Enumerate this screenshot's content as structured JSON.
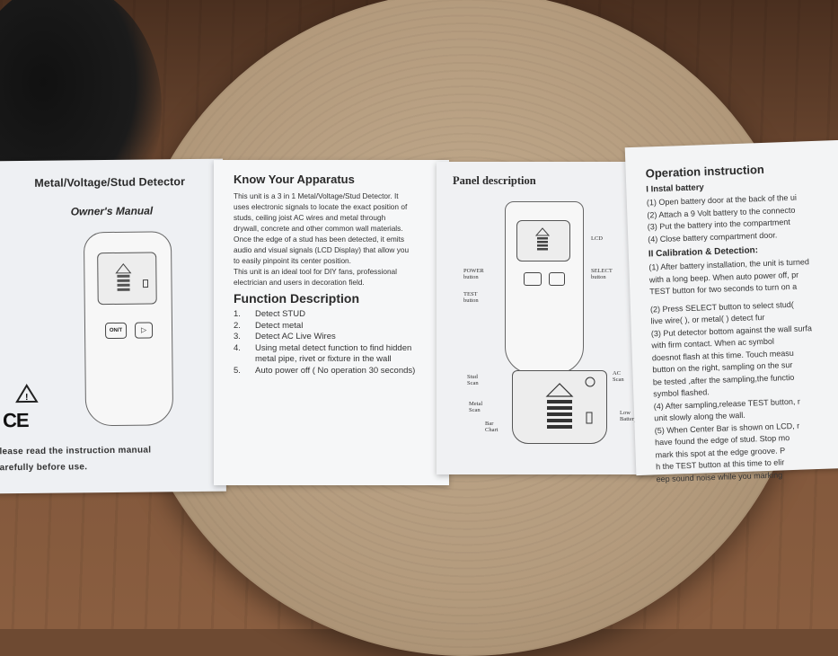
{
  "panel1": {
    "title": "Metal/Voltage/Stud Detector",
    "subtitle": "Owner's Manual",
    "device_button": "ON/T",
    "ce_mark": "CE",
    "note_line1": "lease read the instruction manual",
    "note_line2": "arefully before use."
  },
  "panel2": {
    "title": "Know Your Apparatus",
    "intro": [
      "This unit is a 3 in  1 Metal/Voltage/Stud Detector. It",
      "uses electronic signals to locate the exact position of",
      "studs, ceiling joist AC wires and metal through",
      "drywall, concrete and other common wall materials.",
      "Once the edge of a stud has been detected, it emits",
      "audio and visual signals (LCD Display) that allow you",
      "to easily pinpoint its center position.",
      "This unit is an ideal tool for DIY fans, professional",
      "electrician and users in decoration field."
    ],
    "function_title": "Function Description",
    "functions": [
      {
        "num": "1.",
        "text": "Detect STUD"
      },
      {
        "num": "2.",
        "text": "Detect metal"
      },
      {
        "num": "3.",
        "text": "Detect AC Live Wires"
      },
      {
        "num": "4.",
        "text": "Using metal detect function to find hidden metal pipe, rivet or fixture in the wall"
      },
      {
        "num": "5.",
        "text": "Auto power off  ( No operation 30 seconds)"
      }
    ]
  },
  "panel3": {
    "title": "Panel description",
    "labels": {
      "lcd": "LCD",
      "power": "POWER",
      "power2": "button",
      "select": "SELECT",
      "select2": "button",
      "test": "TEST",
      "test2": "button",
      "stud": "Stud",
      "stud2": "Scan",
      "ac": "AC",
      "ac2": "Scan",
      "metal": "Metal",
      "metal2": "Scan",
      "bar": "Bar",
      "bar2": "Chart",
      "low": "Low",
      "low2": "Battery"
    }
  },
  "panel4": {
    "title": "Operation instruction",
    "section1": "I  Instal battery",
    "steps1": [
      "(1)   Open battery door at the back of the ui",
      "(2)   Attach a 9 Volt battery to the connecto",
      "(3)   Put the battery into the compartment",
      "(4)   Close battery compartment door."
    ],
    "section2": "II  Calibration & Detection:",
    "steps2": [
      "(1)   After battery installation, the unit is turned",
      "        with a long beep.  When auto power off, pr",
      "        TEST button for  two seconds to turn on a",
      "(2)   Press SELECT button to select stud(",
      "        live wire(     ), or metal(     )  detect fur",
      "(3)   Put detector bottom against the wall surfa",
      "        with firm contact.  When ac symbol",
      "        doesnot flash at this time. Touch measu",
      "        button on the right, sampling on the sur",
      "        be tested ,after the sampling,the functio",
      "        symbol flashed.",
      "(4)   After sampling,release TEST button, r",
      "        unit slowly along the wall.",
      "(5)   When Center Bar is shown on LCD, r",
      "        have found the edge of stud. Stop mo",
      "        mark this spot at the edge groove. P",
      "        h the TEST button at this time to elir",
      "        eep sound noise while you marking"
    ]
  }
}
